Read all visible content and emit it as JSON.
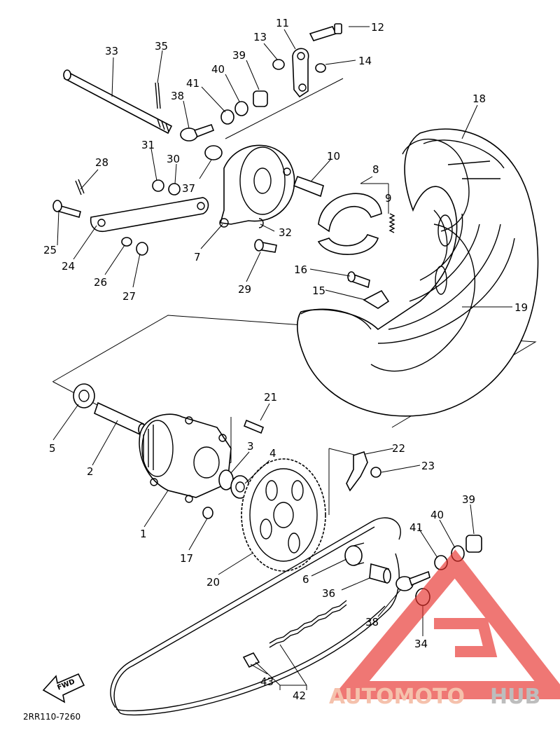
{
  "diagram": {
    "drawing_code": "2RR110-7260",
    "fwd_label": "FWD",
    "part_labels": [
      "1",
      "2",
      "3",
      "4",
      "5",
      "6",
      "7",
      "8",
      "9",
      "10",
      "11",
      "12",
      "13",
      "14",
      "15",
      "16",
      "17",
      "18",
      "19",
      "20",
      "21",
      "22",
      "23",
      "24",
      "25",
      "26",
      "27",
      "28",
      "29",
      "30",
      "31",
      "32",
      "33",
      "34",
      "35",
      "36",
      "37",
      "38",
      "39",
      "40",
      "41",
      "42",
      "43",
      "38",
      "39",
      "40",
      "41"
    ]
  },
  "watermark": {
    "brand_part1": "AUTOMOTO",
    "brand_part2": "HUB",
    "colors": {
      "primary": "#f0a080",
      "secondary": "#9a9a9a",
      "triangle": "#e8302a"
    }
  }
}
